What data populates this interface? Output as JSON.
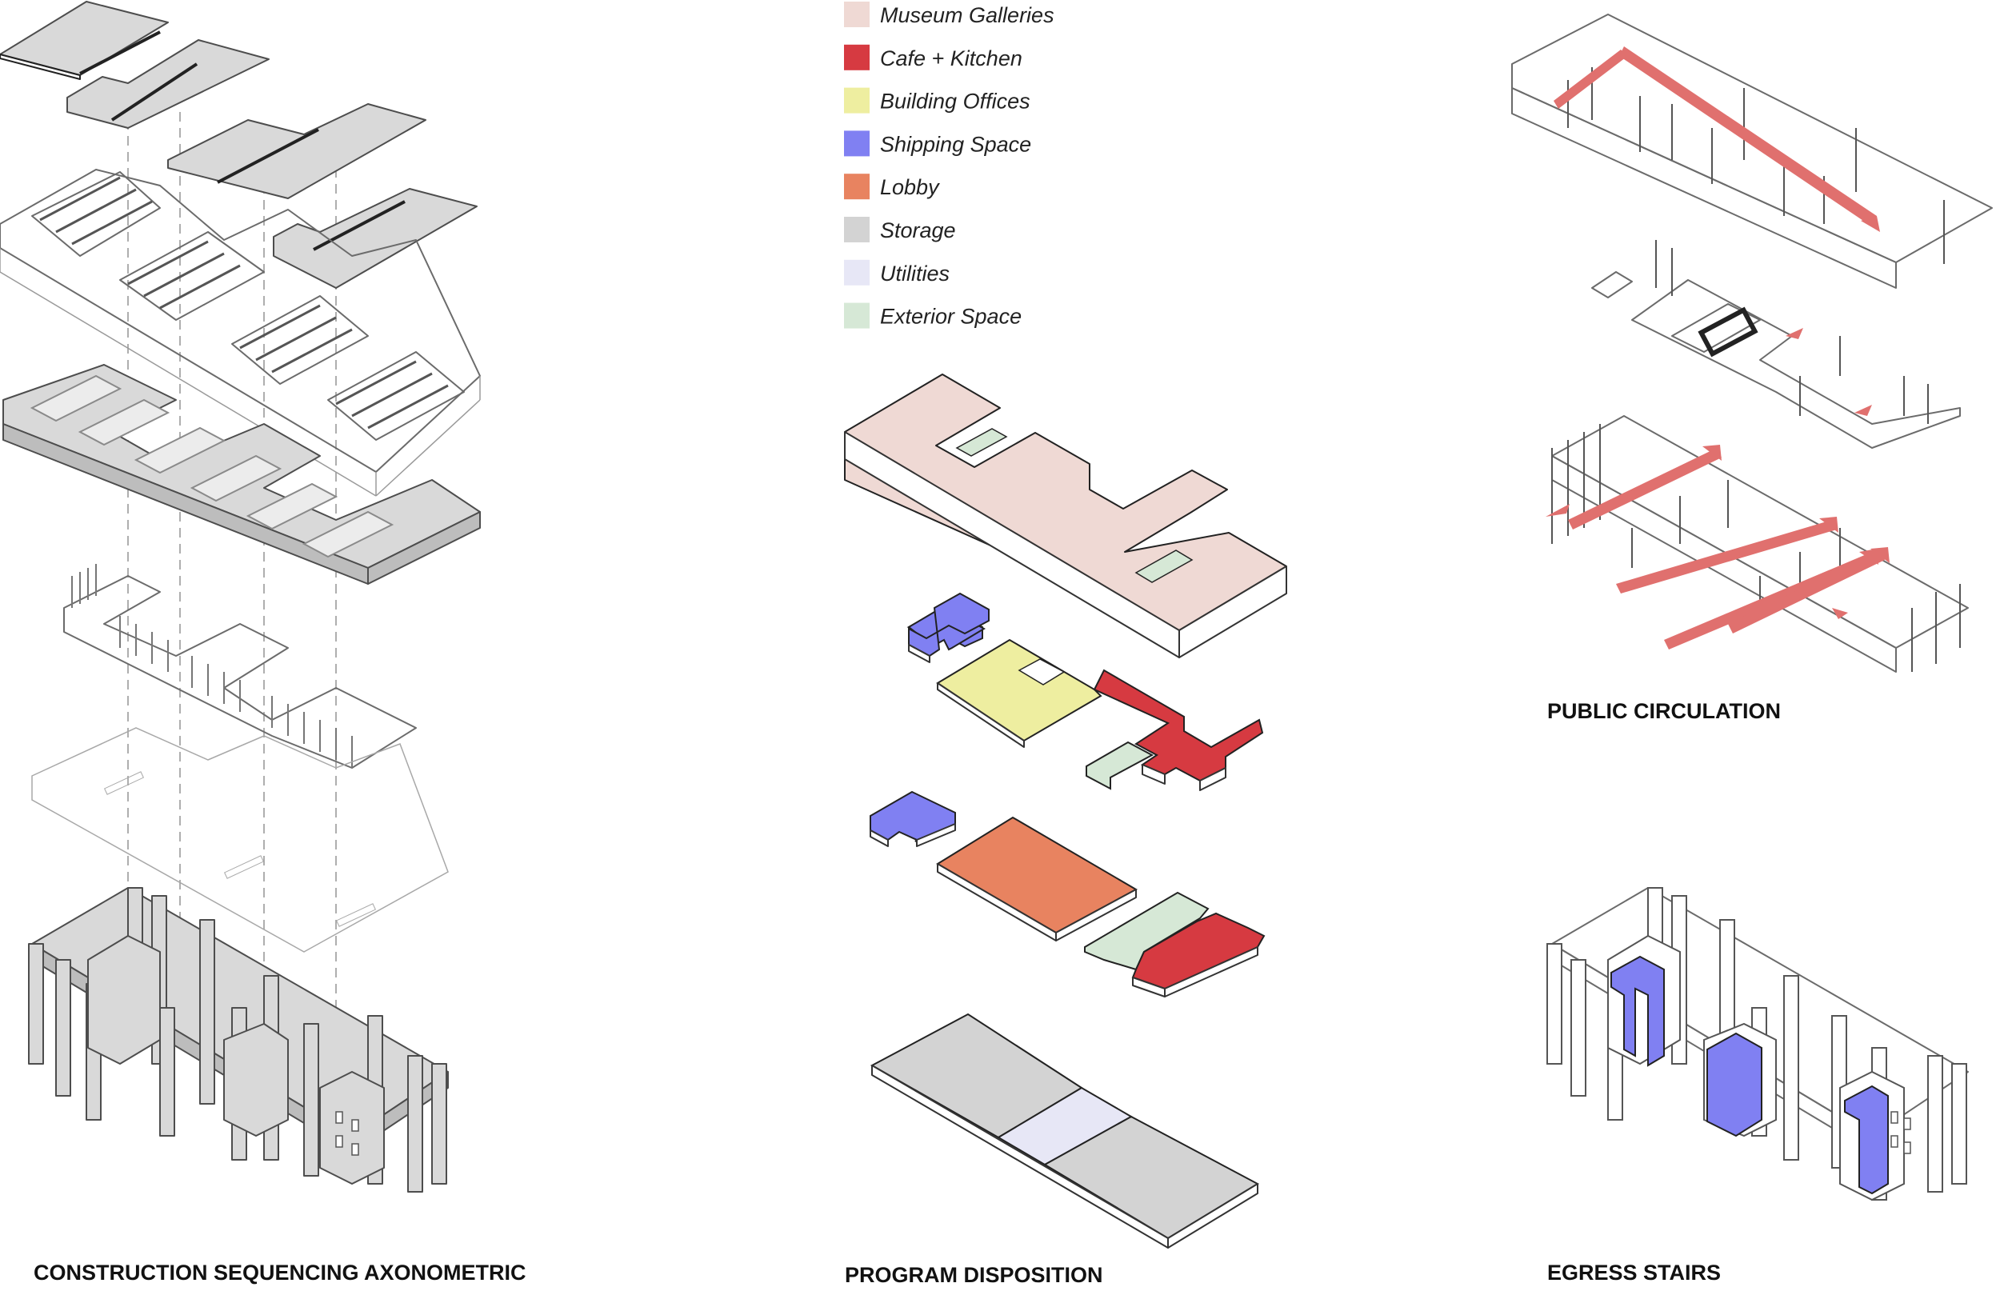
{
  "legend": {
    "items": [
      {
        "label": "Museum Galleries",
        "color": "#efd9d4"
      },
      {
        "label": "Cafe + Kitchen",
        "color": "#d63a41"
      },
      {
        "label": "Building Offices",
        "color": "#eeeea0"
      },
      {
        "label": "Shipping Space",
        "color": "#8080f2"
      },
      {
        "label": "Lobby",
        "color": "#e88360"
      },
      {
        "label": "Storage",
        "color": "#d3d3d3"
      },
      {
        "label": "Utilities",
        "color": "#e7e7f6"
      },
      {
        "label": "Exterior Space",
        "color": "#d6e8d6"
      }
    ]
  },
  "panels": {
    "construction_title": "CONSTRUCTION SEQUENCING AXONOMETRIC",
    "program_title": "PROGRAM DISPOSITION",
    "circulation_title": "PUBLIC CIRCULATION",
    "egress_title": "EGRESS STAIRS"
  },
  "colors": {
    "circulation_arrow": "#e0706e",
    "egress_stair": "#8080f2",
    "structure_grey": "#d9d9d9"
  }
}
